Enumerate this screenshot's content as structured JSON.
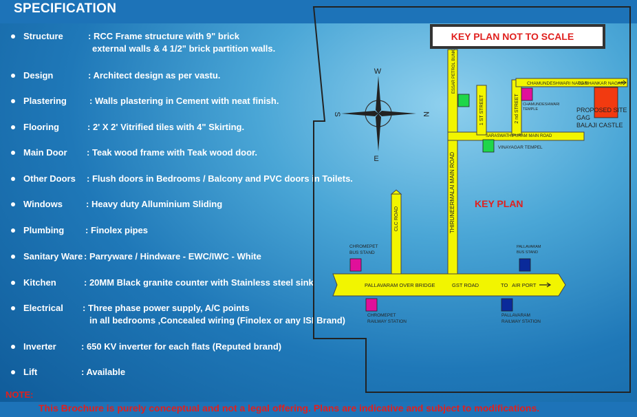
{
  "page": {
    "title": "SPECIFICATION"
  },
  "specs": [
    {
      "label": "Structure",
      "lines": [
        ": RCC Frame structure with 9\" brick",
        "external walls & 4 1/2\" brick partition walls."
      ]
    },
    {
      "label": "Design",
      "lines": [
        ": Architect design as per vastu."
      ]
    },
    {
      "label": "Plastering",
      "lines": [
        ": Walls plastering in Cement with neat finish."
      ]
    },
    {
      "label": "Flooring",
      "lines": [
        ": 2' X 2' Vitrified tiles with 4\" Skirting."
      ]
    },
    {
      "label": "Main Door",
      "lines": [
        ": Teak wood frame with Teak wood door."
      ]
    },
    {
      "label": "Other Doors",
      "lines": [
        ": Flush doors in Bedrooms / Balcony and PVC doors in Toilets."
      ]
    },
    {
      "label": "Windows",
      "lines": [
        ": Heavy duty Alluminium Sliding"
      ]
    },
    {
      "label": "Plumbing",
      "lines": [
        ": Finolex pipes"
      ]
    },
    {
      "label": "Sanitary Ware",
      "lines": [
        ": Parryware / Hindware - EWC/IWC - White"
      ]
    },
    {
      "label": "Kitchen",
      "lines": [
        ": 20MM Black granite counter with Stainless steel sink"
      ]
    },
    {
      "label": "Electrical",
      "lines": [
        ": Three phase power supply, A/C points",
        "in all bedrooms ,Concealed wiring (Finolex or any ISI Brand)"
      ]
    },
    {
      "label": "Inverter",
      "lines": [
        ": 650 KV inverter for each flats (Reputed brand)"
      ]
    },
    {
      "label": "Lift",
      "lines": [
        ": Available"
      ]
    }
  ],
  "map": {
    "not_to_scale": "KEY PLAN NOT TO SCALE",
    "key_plan": "KEY PLAN",
    "compass": {
      "w": "W",
      "e": "E",
      "s": "S",
      "n": "N"
    },
    "roads": {
      "essar": "ESSAR PETROL BUNK",
      "thiruneermalai": "THIRUNEERMALAI MAIN ROAD",
      "first_street": "1 ST STREET",
      "second_street": "2 nd STREET",
      "chamundeshwari_nagar": "CHAMUNDESHWARI NAGAR",
      "to_shankar_nagar": "TO SHANKAR NAGAR",
      "saraswathipuram": "SARASWATHIPURAM MAIN ROAD",
      "clc": "CLC ROAD",
      "pallavaram_bridge": "PALLAVARAM OVER BRIDGE",
      "gst": "GST ROAD",
      "airport": "TO   AIR PORT"
    },
    "places": {
      "temple_chamundeshwari": [
        "CHAMUNDESHWARI",
        "TEMPLE"
      ],
      "proposed_site": [
        "PROPOSED SITE",
        "GAG",
        "BALAJI CASTLE"
      ],
      "vinayagar": "VINAYAGAR TEMPEL",
      "chromepet_bus": [
        "CHROMEPET",
        "BUS STAND"
      ],
      "pallavaram_bus": [
        "PALLAVARAM",
        "BUS STAND"
      ],
      "chromepet_rail": [
        "CHROMEPET",
        "RAILWAY STATION"
      ],
      "pallavaram_rail": [
        "PALLAVARAM",
        "RAILWAY STATION"
      ]
    }
  },
  "footer": {
    "note": "NOTE:",
    "disclaimer": "This Brochure is purely conceptual and not a legal offering. Plans are indicative and subject to modifications."
  },
  "colors": {
    "road": "#f2f500",
    "accent_red": "#e0201e",
    "magenta": "#e0109a",
    "green": "#1fd64a",
    "navy": "#0a2a9a",
    "site": "#f23a10"
  }
}
